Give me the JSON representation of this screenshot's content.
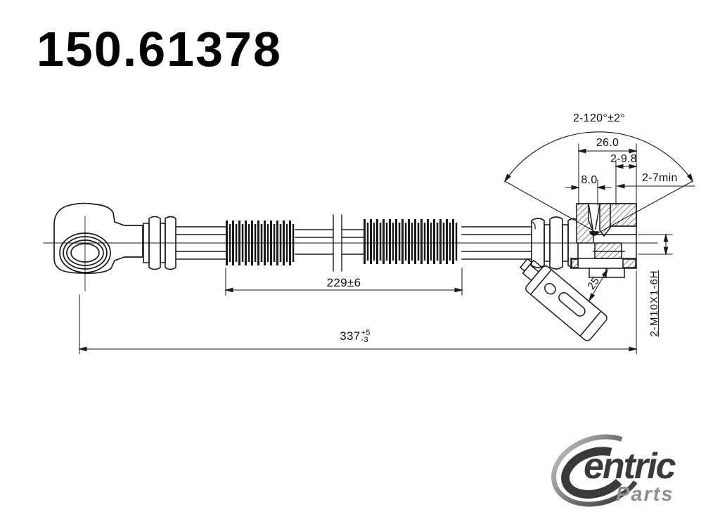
{
  "title": {
    "part_number": "150.61378"
  },
  "drawing": {
    "dim_angle": "2-120°±2°",
    "dim_top_width": "26.0",
    "dim_ports": "2-9.8",
    "dim_offset": "8.0",
    "dim_thread_depth": "2-7min",
    "dim_guard_length": "229±6",
    "dim_overall_value": "337",
    "dim_overall_plus": "+5",
    "dim_overall_minus": "-3",
    "dim_bracket": "25",
    "thread_spec": "2-M10X1-6H"
  },
  "logo": {
    "brand": "Centric Parts",
    "wordmark": "entric",
    "sub": "Parts"
  }
}
